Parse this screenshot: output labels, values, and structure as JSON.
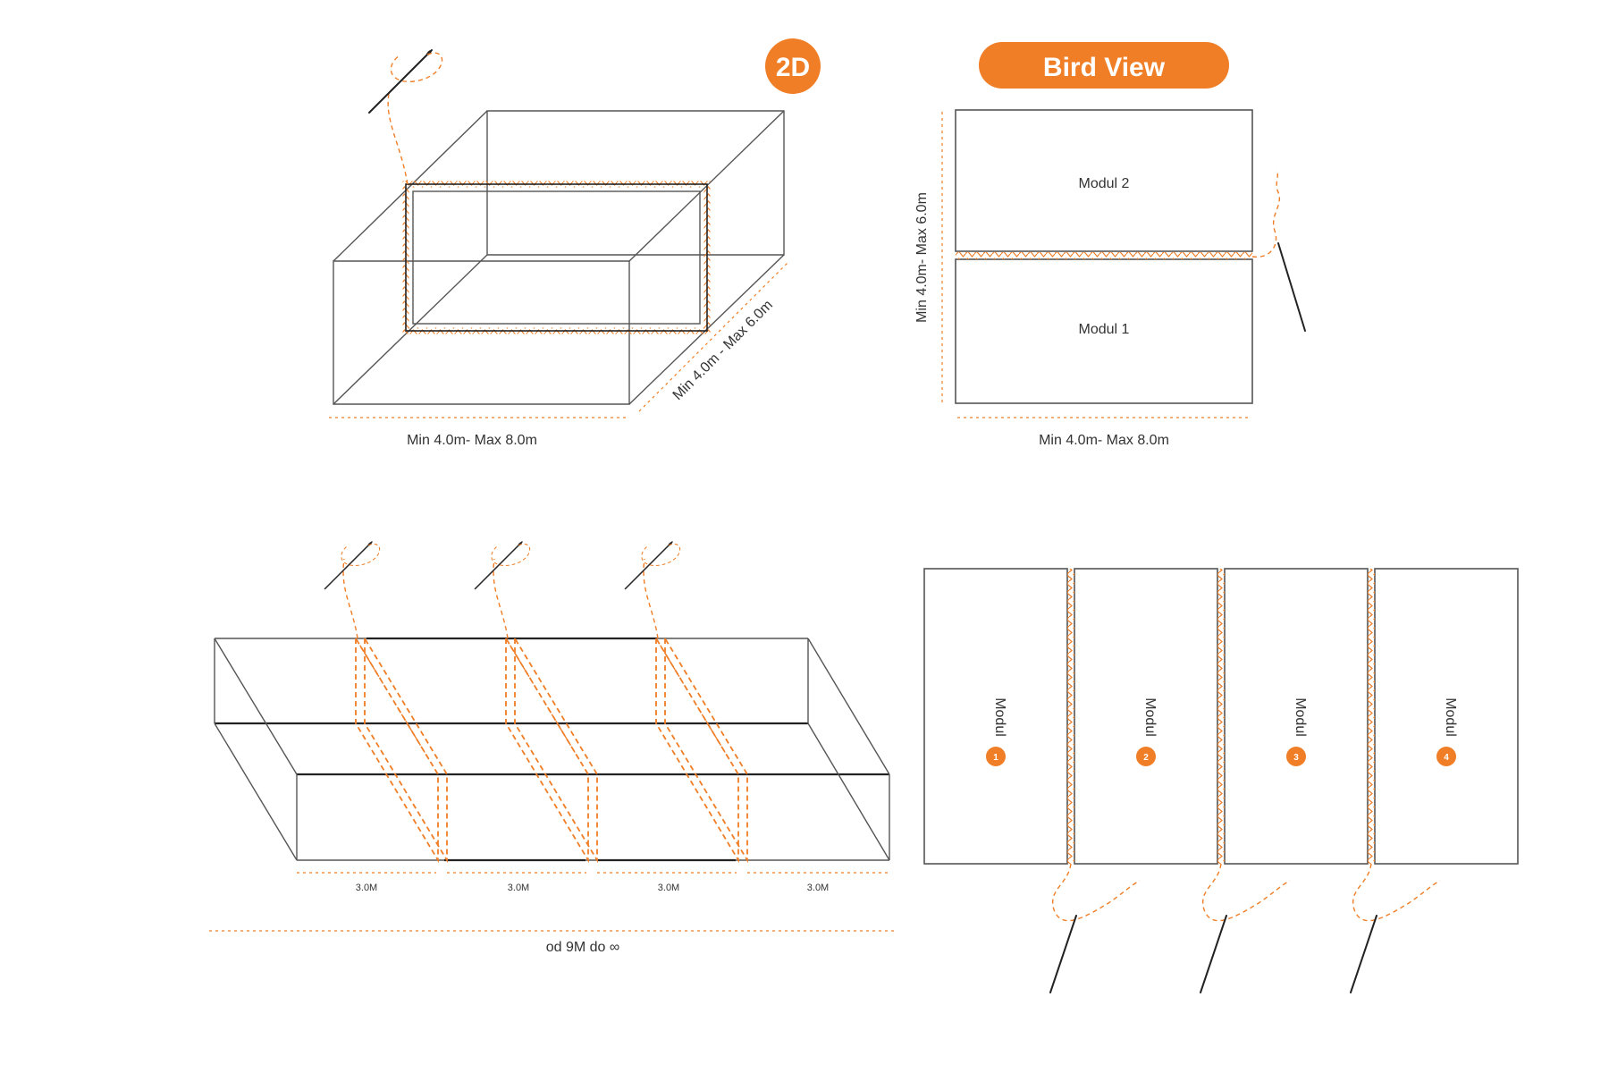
{
  "colors": {
    "accent": "#f07e26",
    "line": "#555555",
    "text": "#333333"
  },
  "badges": {
    "view_2d": "2D",
    "bird_view": "Bird View"
  },
  "panel_3d_box": {
    "width_label": "Min 4.0m- Max 8.0m",
    "depth_label": "Min 4.0m - Max 6.0m"
  },
  "panel_bird_view": {
    "height_label": "Min 4.0m- Max 6.0m",
    "width_label": "Min 4.0m- Max 8.0m",
    "modules": [
      "Modul 2",
      "Modul 1"
    ]
  },
  "panel_3d_long": {
    "segment_labels": [
      "3.0M",
      "3.0M",
      "3.0M",
      "3.0M"
    ],
    "total_label": "od 9M do ∞"
  },
  "panel_top_modules": {
    "modules": [
      {
        "label": "Modul",
        "number": "1"
      },
      {
        "label": "Modul",
        "number": "2"
      },
      {
        "label": "Modul",
        "number": "3"
      },
      {
        "label": "Modul",
        "number": "4"
      }
    ]
  },
  "icons": [
    "needle-thread-icon"
  ]
}
